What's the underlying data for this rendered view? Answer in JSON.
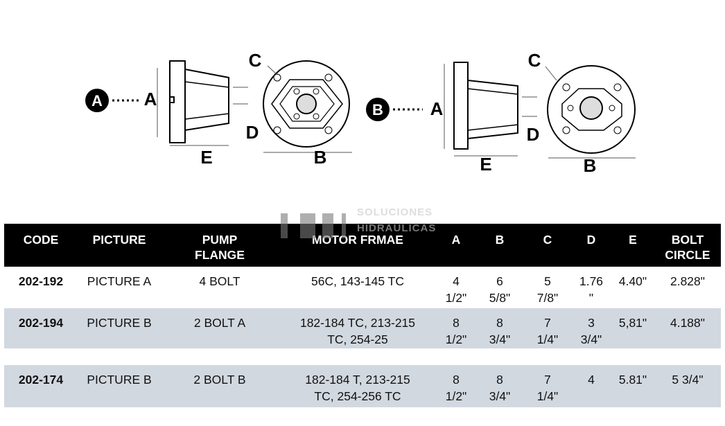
{
  "diagram": {
    "picture_a": {
      "badge": "A",
      "labels": {
        "a": "A",
        "b": "B",
        "c": "C",
        "d": "D",
        "e": "E"
      }
    },
    "picture_b": {
      "badge": "B",
      "labels": {
        "a": "A",
        "b": "B",
        "c": "C",
        "d": "D",
        "e": "E"
      }
    }
  },
  "watermark": {
    "line1": "SOLUCIONES",
    "line2": "HIDRAULICAS"
  },
  "table": {
    "headers": {
      "code": "CODE",
      "picture": "PICTURE",
      "pump_flange_1": "PUMP",
      "pump_flange_2": "FLANGE",
      "motor_frame": "MOTOR FRMAE",
      "a": "A",
      "b": "B",
      "c": "C",
      "d": "D",
      "e": "E",
      "bolt_circle_1": "BOLT",
      "bolt_circle_2": "CIRCLE"
    },
    "rows": [
      {
        "code": "202-192",
        "picture": "PICTURE A",
        "pump_flange": "4 BOLT",
        "motor_1": "56C,  143-145 TC",
        "motor_2": "",
        "a_1": "4",
        "a_2": "1/2\"",
        "b_1": "6",
        "b_2": "5/8\"",
        "c_1": "5",
        "c_2": "7/8\"",
        "d_1": "1.76",
        "d_2": "\"",
        "e": "4.40\"",
        "bolt_circle": "2.828\""
      },
      {
        "code": "202-194",
        "picture": "PICTURE B",
        "pump_flange": "2 BOLT A",
        "motor_1": "182-184 TC, 213-215",
        "motor_2": "TC, 254-25",
        "a_1": "8",
        "a_2": "1/2\"",
        "b_1": "8",
        "b_2": "3/4\"",
        "c_1": "7",
        "c_2": "1/4\"",
        "d_1": "3",
        "d_2": "3/4\"",
        "e": "5,81\"",
        "bolt_circle": "4.188\""
      },
      {
        "code": "202-174",
        "picture": "PICTURE B",
        "pump_flange": "2 BOLT B",
        "motor_1": "182-184 T, 213-215",
        "motor_2": "TC, 254-256 TC",
        "a_1": "8",
        "a_2": "1/2\"",
        "b_1": "8",
        "b_2": "3/4\"",
        "c_1": "7",
        "c_2": "1/4\"",
        "d_1": "4",
        "d_2": "",
        "e": "5.81\"",
        "bolt_circle": "5 3/4\""
      }
    ]
  },
  "colors": {
    "header_bg": "#000000",
    "row_shade": "#d2d8e0",
    "text": "#111111"
  }
}
